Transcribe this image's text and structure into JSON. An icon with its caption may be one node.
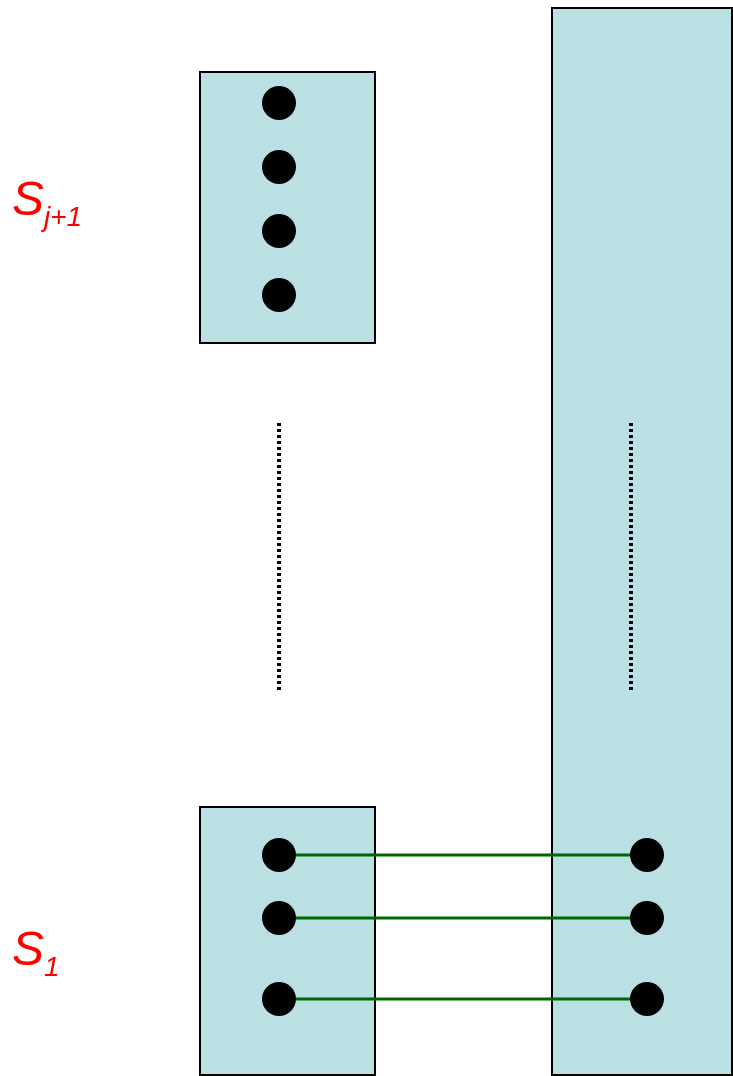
{
  "diagram": {
    "nodes": [
      {
        "text": [],
        "shape": "box",
        "beside": [
          "S$_{j+1}$"
        ]
      },
      {
        "text": [],
        "shape": "circle",
        "in": 0
      },
      {
        "text": [],
        "shape": "circle",
        "in": 0
      },
      {
        "text": [],
        "shape": "circle",
        "in": 0
      },
      {
        "text": [],
        "shape": "circle",
        "in": 0
      },
      {
        "text": [],
        "shape": "box",
        "beside": [
          "S$_{1}$"
        ]
      },
      {
        "text": [],
        "shape": "circle",
        "in": 5
      },
      {
        "text": [],
        "shape": "circle",
        "in": 5
      },
      {
        "text": [],
        "shape": "circle",
        "in": 5
      },
      {
        "text": [],
        "shape": "box"
      },
      {
        "text": [],
        "shape": "circle",
        "in": 9
      },
      {
        "text": [],
        "shape": "circle",
        "in": 9
      },
      {
        "text": [],
        "shape": "circle",
        "in": 9
      }
    ],
    "edges": [
      {
        "from": 6,
        "to": 10,
        "arrow": "none",
        "color": "#006600"
      },
      {
        "from": 7,
        "to": 11,
        "arrow": "none",
        "color": "#006600"
      },
      {
        "from": 8,
        "to": 12,
        "arrow": "none",
        "color": "#006600"
      }
    ]
  }
}
